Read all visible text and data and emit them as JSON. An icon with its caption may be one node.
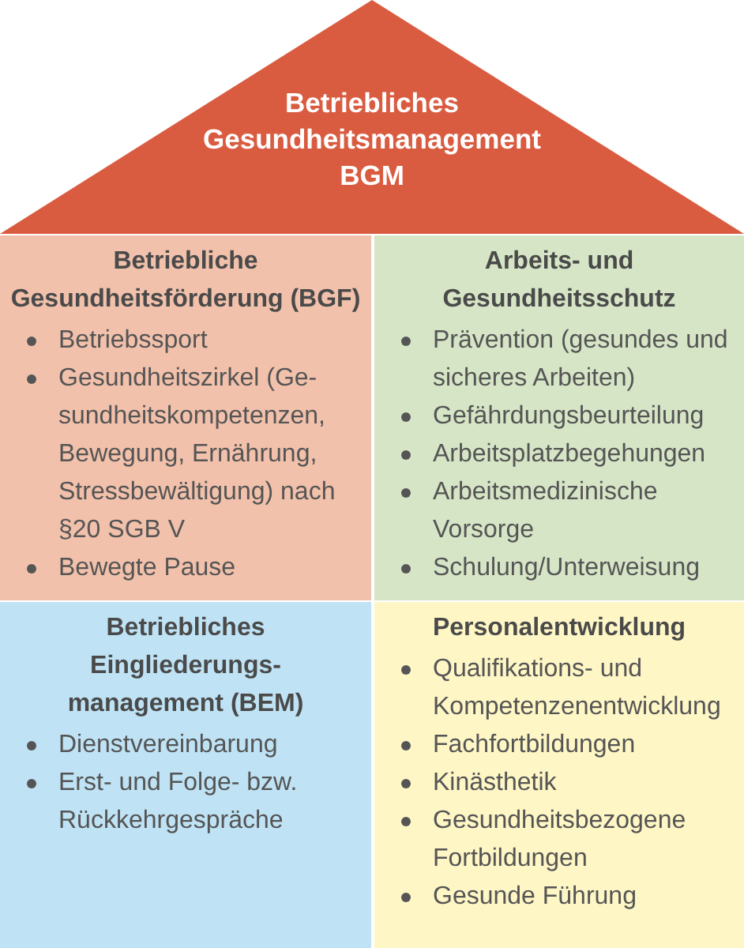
{
  "diagram": {
    "nodes": [
      {
        "text": [
          "Betriebliches Gesundheitsmanagement BGM"
        ]
      },
      {
        "text": [
          "Betriebliche Gesundheitsförderung (BGF)",
          "Betriebssport",
          "Gesundheitszirkel (Ge- sundheitskompetenzen, Bewegung, Ernährung, Stressbewältigung) nach §20 SGB V",
          "Bewegte Pause"
        ]
      },
      {
        "text": [
          "Arbeits- und Gesundheitsschutz",
          "Prävention (gesundes und sicheres Arbeiten)",
          "Gefährdungsbeurteilung",
          "Arbeitsplatzbegehungen",
          "Arbeitsmedizinische Vorsorge",
          "Schulung/Unterweisung"
        ]
      },
      {
        "text": [
          "Betriebliches Eingliederungs- management (BEM)",
          "Dienstvereinbarung",
          "Erst- und Folge- bzw. Rückkehrgespräche"
        ]
      },
      {
        "text": [
          "Personalentwicklung",
          "Qualifikations- und Kompetenzenentwicklung",
          "Fachfortbildungen",
          "Kinästhetik",
          "Gesundheitsbezogene Fortbildungen",
          "Gesunde Führung"
        ]
      }
    ]
  }
}
